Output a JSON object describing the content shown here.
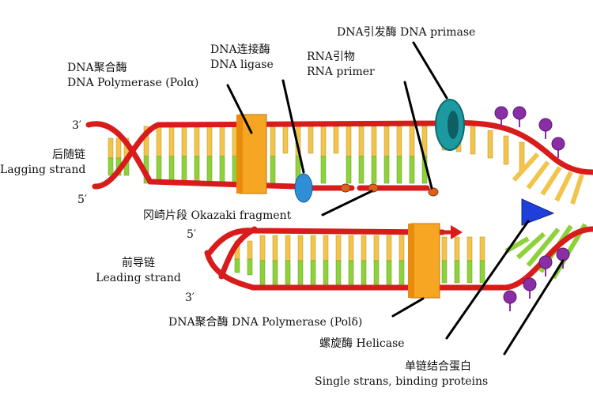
{
  "labels": {
    "lagging_3prime": "3′",
    "lagging_5prime": "5′",
    "leading_5prime": "5′",
    "leading_3prime": "3′",
    "lagging_strand_cn": "后随链",
    "lagging_strand_en": "Lagging strand",
    "leading_strand_cn": "前导链",
    "leading_strand_en": "Leading strand",
    "pol_alpha_cn": "DNA聚合酶",
    "pol_alpha_en": "DNA Polymerase (Polα)",
    "ligase_cn": "DNA连接酶",
    "ligase_en": "DNA ligase",
    "rna_primer_cn": "RNA引物",
    "rna_primer_en": "RNA primer",
    "primase": "DNA引发酶  DNA primase",
    "okazaki": "冈崎片段 Okazaki fragment",
    "pol_delta": "DNA聚合酶 DNA Polymerase (Polδ)",
    "helicase": "螺旋酶 Helicase",
    "ssb_cn": "单链结合蛋白",
    "ssb_en": "Single strans, binding proteins"
  },
  "colors": {
    "backbone": "#d81c1c",
    "base_yellow": "#f2c44c",
    "base_green": "#8ed13a",
    "polymerase": "#f6a623",
    "ligase": "#2f8fd6",
    "primase": "#1c9aa0",
    "helicase": "#1e3fd9",
    "ssb_protein": "#8a2ea6",
    "primer": "#e0601a"
  }
}
